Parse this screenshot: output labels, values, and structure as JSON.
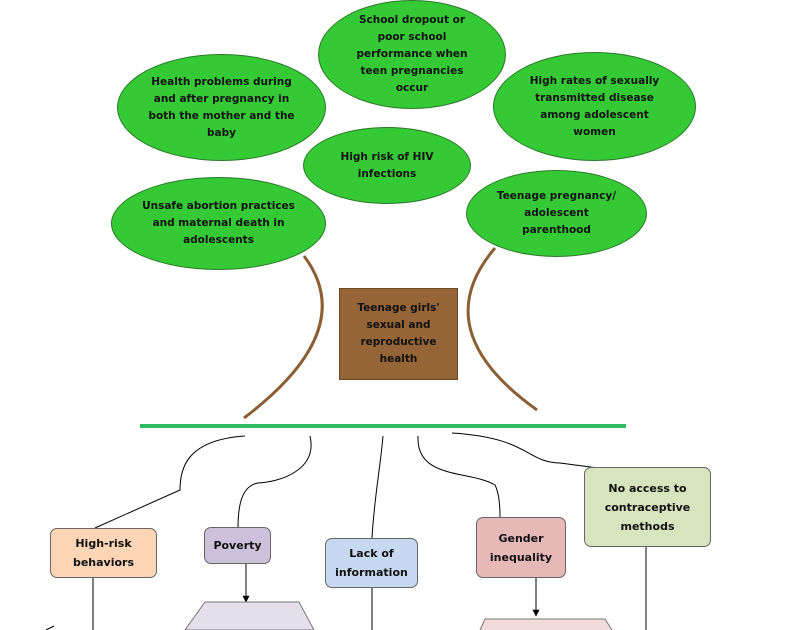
{
  "leaves": {
    "school": "School dropout or poor school performance when teen pregnancies occur",
    "health": "Health problems during and after pregnancy in both the mother and the baby",
    "sti": "High rates of sexually transmitted disease among adolescent women",
    "hiv": "High risk of HIV infections",
    "abortion": "Unsafe abortion practices and maternal death in adolescents",
    "pregnancy": "Teenage pregnancy/ adolescent parenthood"
  },
  "trunk": "Teenage girls' sexual and reproductive health",
  "roots": {
    "high_risk": "High-risk behaviors",
    "poverty": "Poverty",
    "lack_info": "Lack of information",
    "gender": "Gender inequality",
    "no_access": "No access to contraceptive methods"
  },
  "colors": {
    "leaf": "#35c935",
    "trunk": "#956437",
    "branch": "#8b5e34",
    "ground": "#2dbb5f",
    "high_risk": "#fbd5b5",
    "poverty": "#ccc1da",
    "lack_info": "#c6d9f1",
    "gender": "#e6b9b8",
    "no_access": "#d7e4bd"
  }
}
